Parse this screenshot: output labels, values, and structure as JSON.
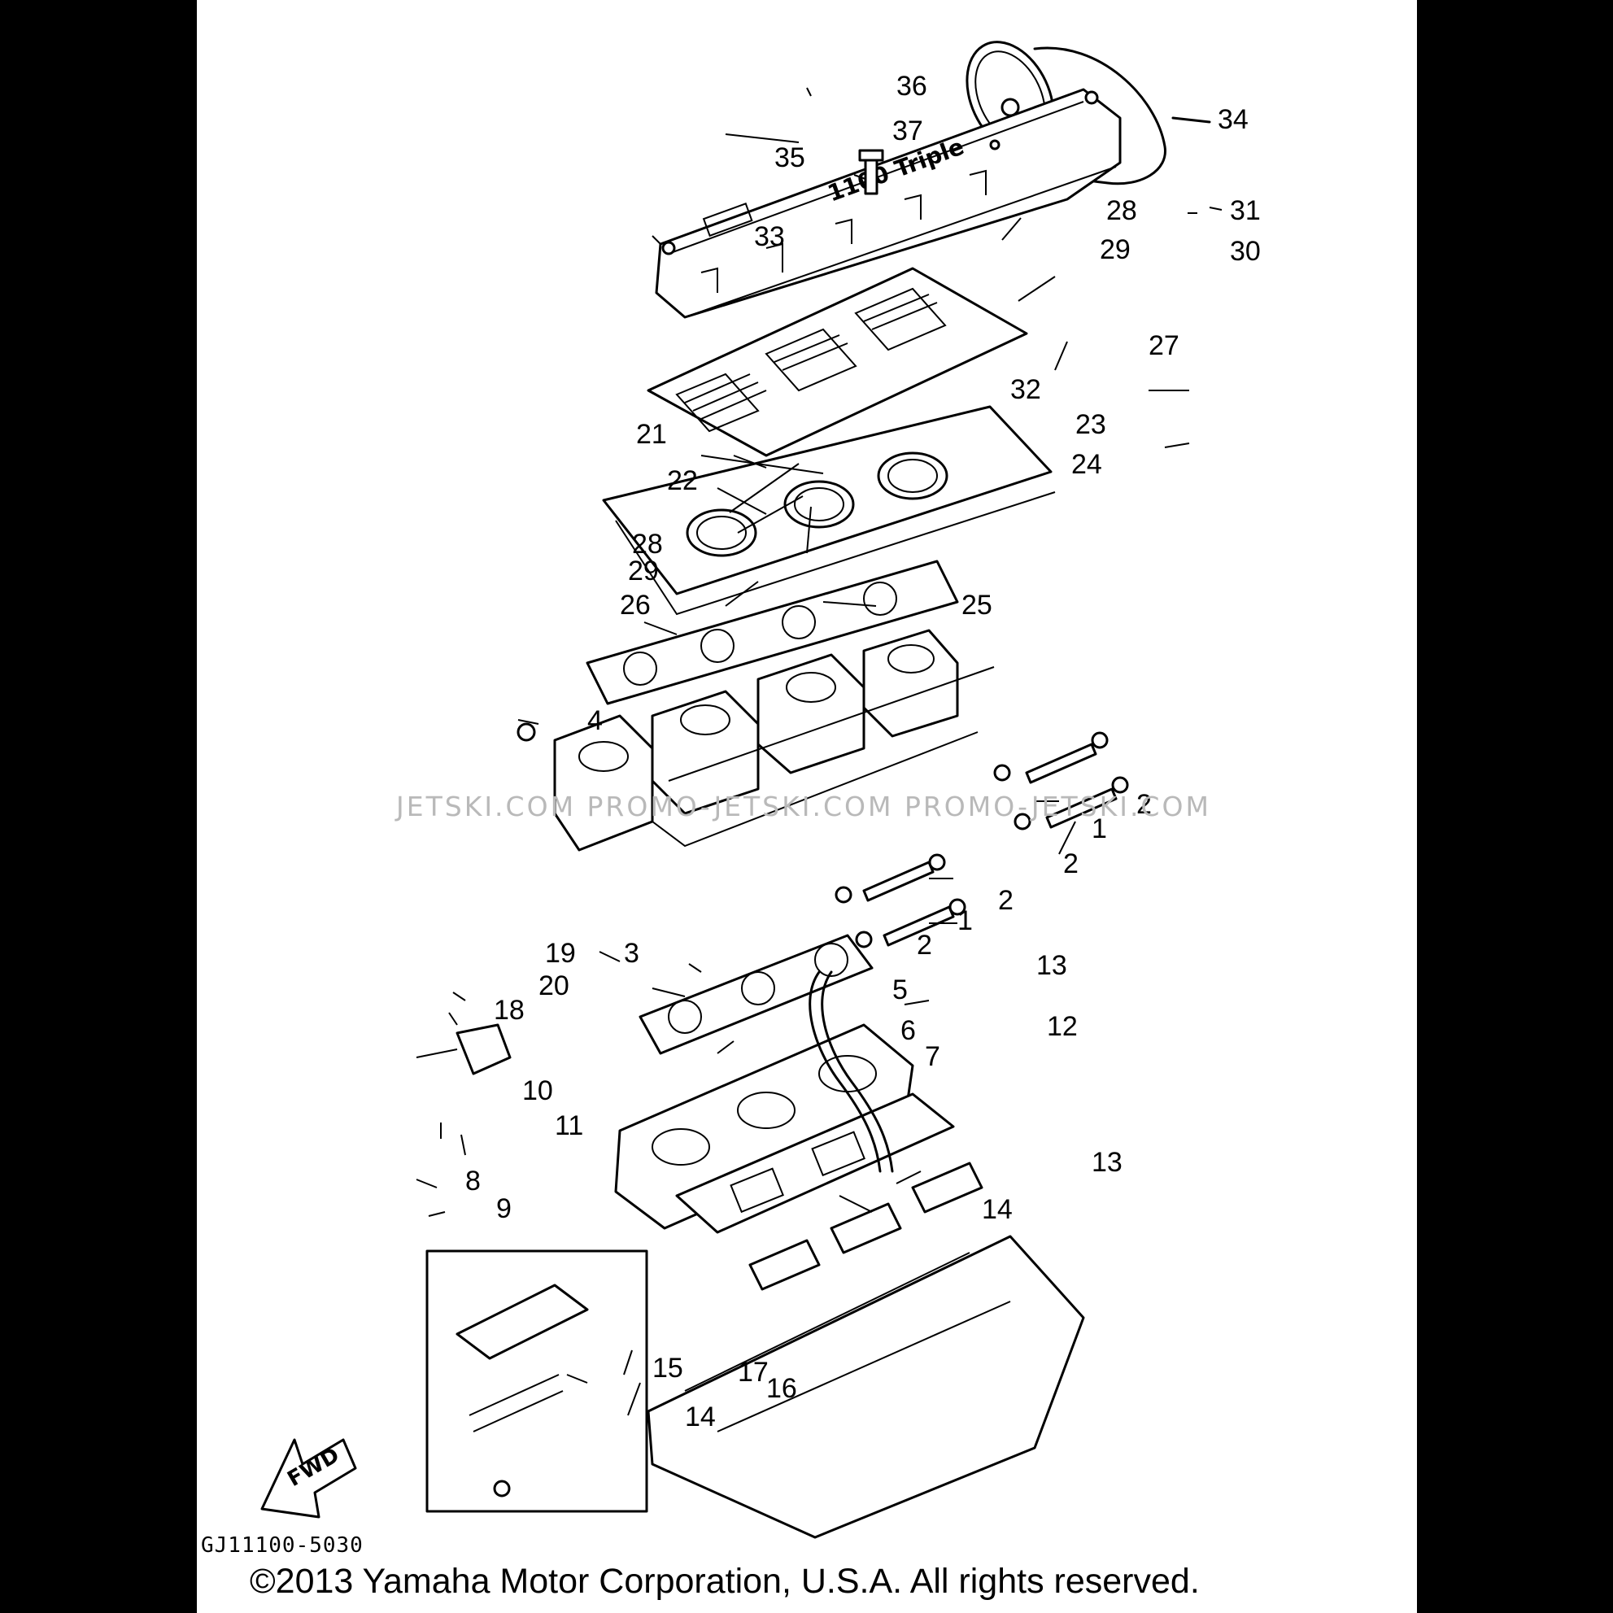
{
  "diagram": {
    "diagram_code": "GJ11100-5030",
    "copyright": "©2013 Yamaha Motor Corporation, U.S.A. All rights reserved.",
    "watermark": "JETSKI.COM  PROMO-JETSKI.COM  PROMO-JETSKI.COM",
    "cover_logo": "1100 Triple",
    "fwd_label": "FWD",
    "callouts": [
      "36",
      "37",
      "35",
      "34",
      "33",
      "28",
      "29",
      "31",
      "30",
      "27",
      "32",
      "21",
      "23",
      "24",
      "22",
      "28",
      "29",
      "26",
      "25",
      "4",
      "2",
      "1",
      "2",
      "2",
      "1",
      "2",
      "3",
      "19",
      "5",
      "20",
      "13",
      "18",
      "6",
      "12",
      "7",
      "10",
      "11",
      "8",
      "9",
      "13",
      "14",
      "15",
      "17",
      "16",
      "14"
    ]
  }
}
